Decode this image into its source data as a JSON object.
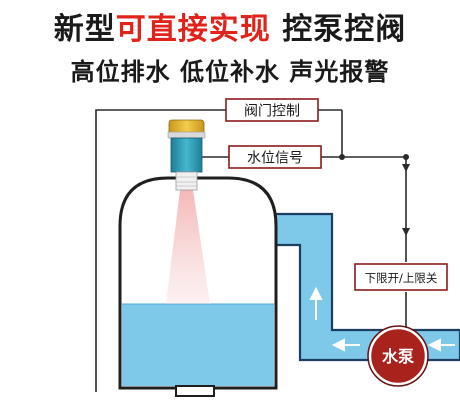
{
  "headline": {
    "line1_part1": "新型",
    "line1_accent": "可直接实现",
    "line1_part2": " 控泵控阀",
    "line2": "高位排水 低位补水 声光报警"
  },
  "labels": {
    "valve_control": "阀门控制",
    "level_signal": "水位信号",
    "limit_switch": "下限开/上限关",
    "pump": "水泵"
  },
  "colors": {
    "accent": "#e0241c",
    "line": "#2b2b2b",
    "label_border": "#8b1a1a",
    "pump_fill": "#a8231c",
    "water": "#7ec8ea",
    "pipe_border": "#1c3e62",
    "sensor_top": "#e3b227",
    "sensor_body": "#2c9fba"
  }
}
